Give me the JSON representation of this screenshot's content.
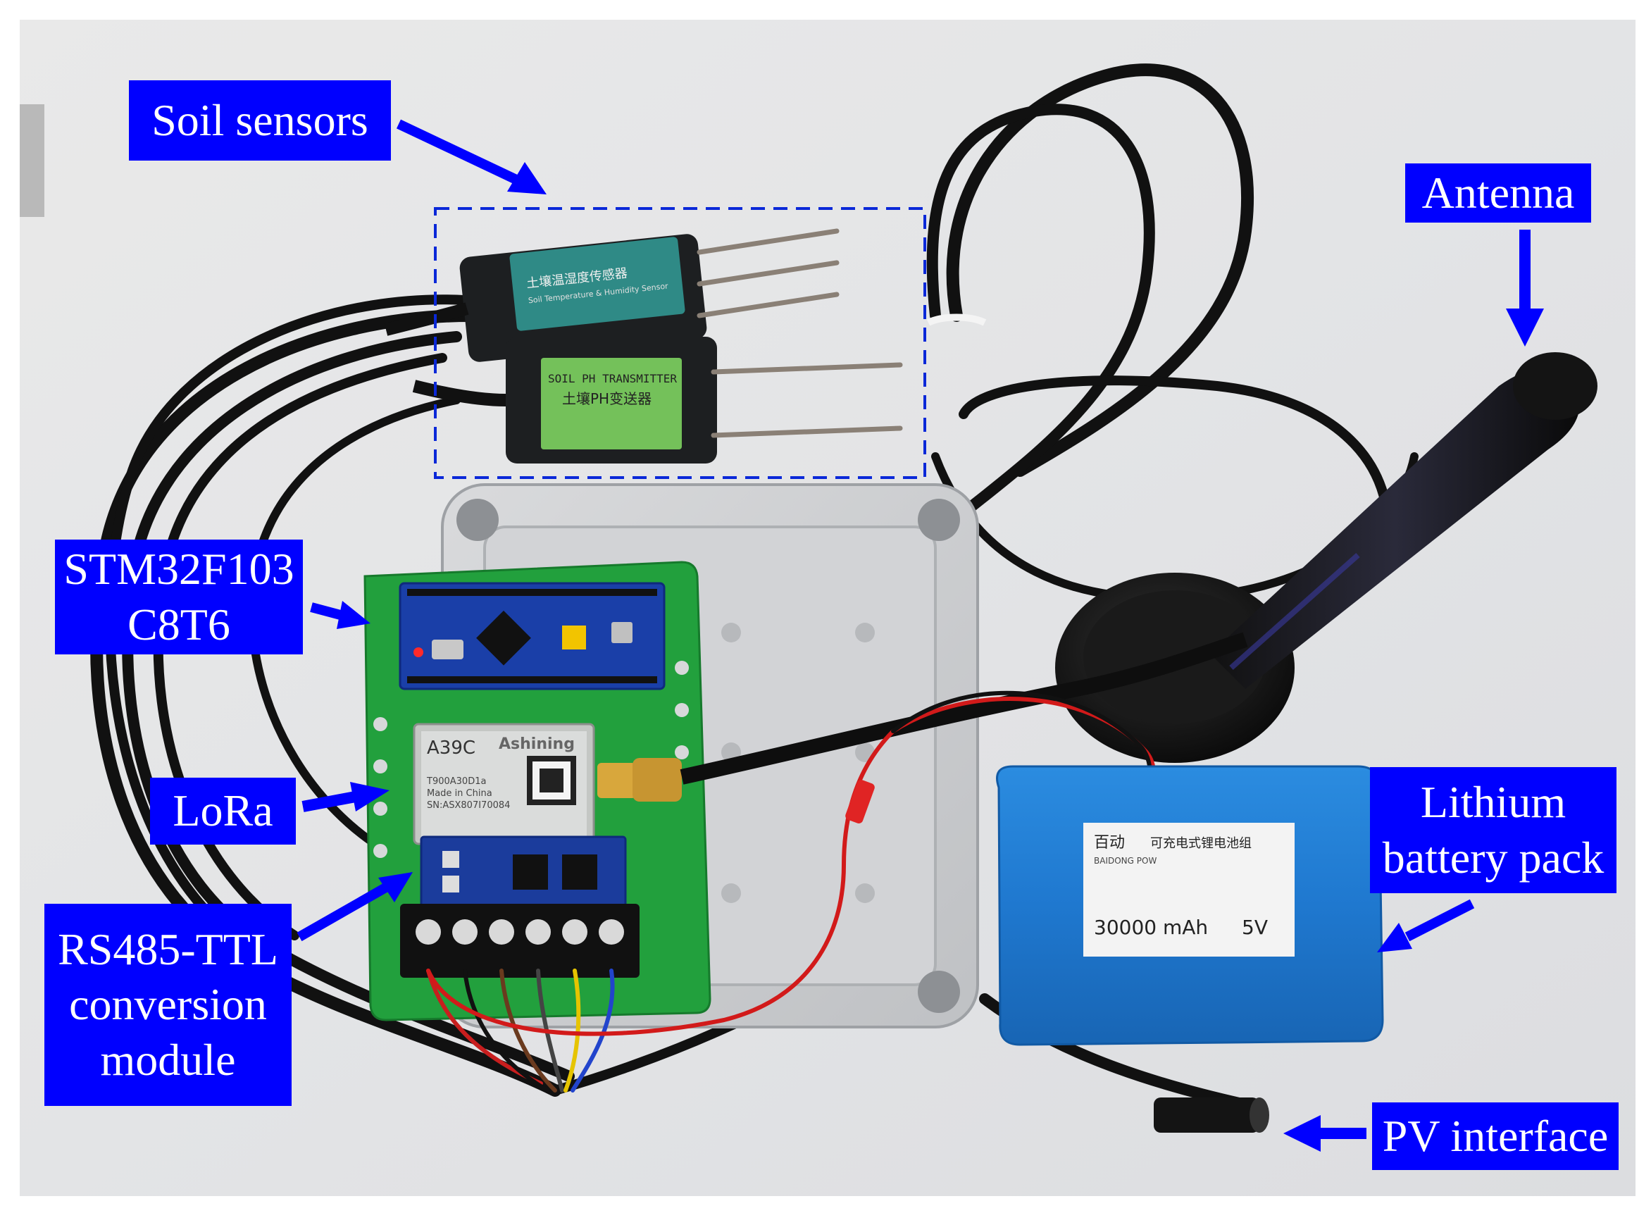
{
  "labels": {
    "soil_sensors": "Soil sensors",
    "antenna": "Antenna",
    "stm32": "STM32F103\nC8T6",
    "lora": "LoRa",
    "rs485": "RS485-TTL\nconversion\nmodule",
    "battery": "Lithium\nbattery pack",
    "pv": "PV interface"
  },
  "product_text": {
    "sensor1_cn": "土壤温湿度传感器",
    "sensor1_en": "Soil Temperature & Humidity Sensor",
    "sensor2_en": "SOIL PH TRANSMITTER",
    "sensor2_cn": "土壤PH变送器",
    "lora_model": "A39C",
    "lora_brand": "Ashining",
    "lora_part": "T900A30D1a",
    "lora_made": "Made in China",
    "lora_sn": "SN:ASX807I70084",
    "battery_brand": "百动",
    "battery_title": "可充电式锂电池组",
    "battery_brand_en": "BAIDONG POW",
    "battery_capacity": "30000 mAh",
    "battery_voltage": "5V"
  },
  "colors": {
    "label_bg": "#0000ff",
    "label_text": "#ffffff",
    "pcb_green": "#1f9a3a",
    "battery_blue": "#1f7fd6"
  }
}
